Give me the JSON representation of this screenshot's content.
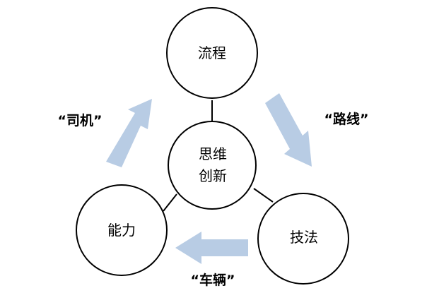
{
  "diagram": {
    "center": {
      "line1": "思维",
      "line2": "创新"
    },
    "top": {
      "label": "流程"
    },
    "right": {
      "label": "技法"
    },
    "left": {
      "label": "能力"
    },
    "arrows": {
      "top_to_right": {
        "label": "“路线”"
      },
      "right_to_left": {
        "label": "“车辆”"
      },
      "left_to_top": {
        "label": "“司机”"
      }
    },
    "colors": {
      "arrow_fill": "#b8cce4",
      "circle_stroke": "#000000",
      "circle_fill": "#ffffff"
    }
  }
}
